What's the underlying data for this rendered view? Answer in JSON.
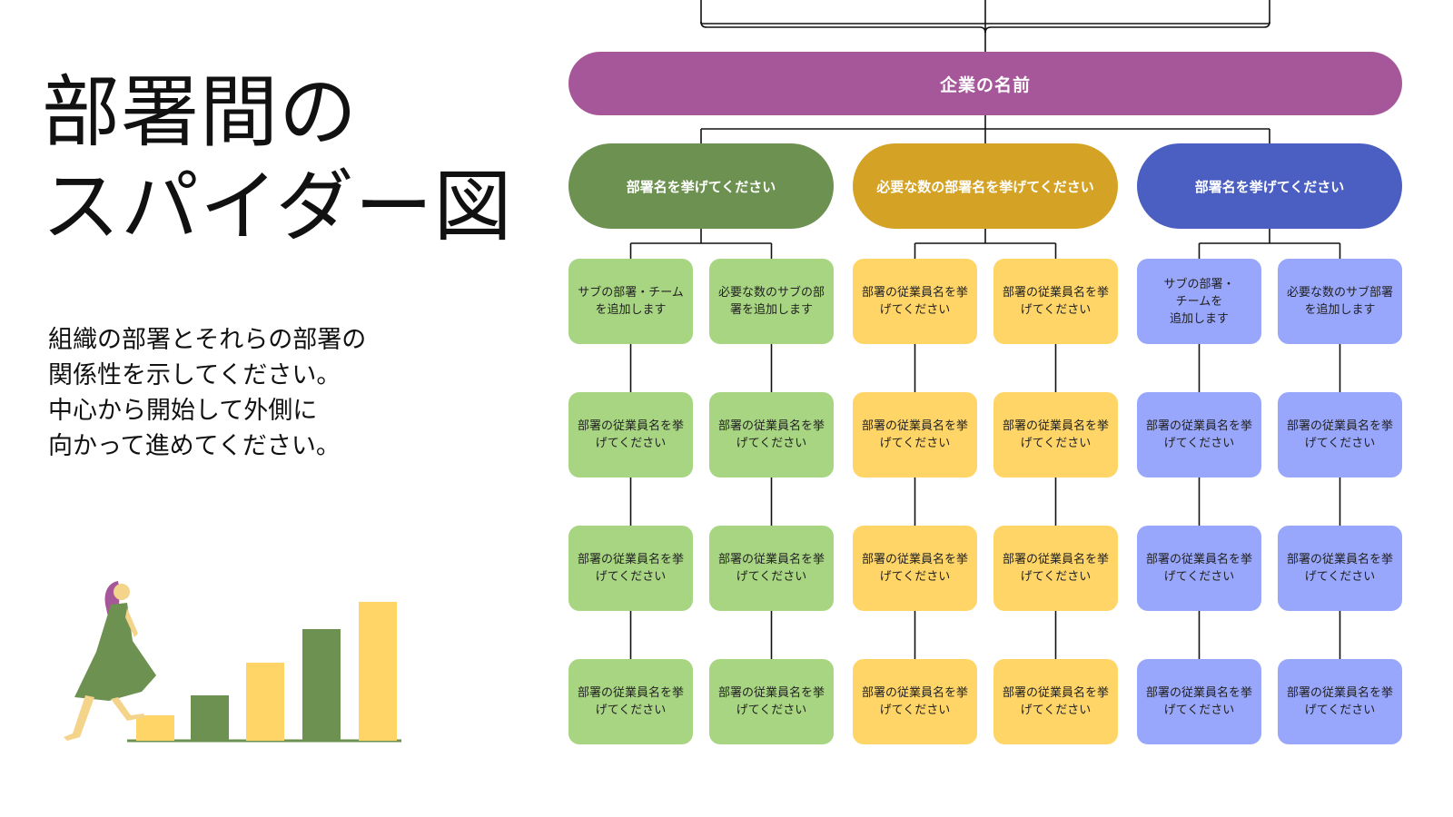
{
  "title": {
    "line1": "部署間の",
    "line2": "スパイダー図"
  },
  "description": {
    "line1": "組織の部署とそれらの部署の",
    "line2": "関係性を示してください。",
    "line3": "中心から開始して外側に",
    "line4": "向かって進めてください。"
  },
  "colors": {
    "root": "#a5579a",
    "green_dark": "#6d9150",
    "green_light": "#a8d582",
    "yellow_dark": "#d4a224",
    "yellow_light": "#ffd567",
    "blue_dark": "#4a5fc1",
    "blue_light": "#98a6fb",
    "line": "#111111"
  },
  "diagram": {
    "root": "企業の名前",
    "departments": [
      {
        "label": "部署名を挙げてください",
        "color": "#6d9150",
        "light": "#a8d582",
        "columns": [
          [
            "サブの部署・チームを追加します",
            "部署の従業員名を挙げてください",
            "部署の従業員名を挙げてください",
            "部署の従業員名を挙げてください"
          ],
          [
            "必要な数のサブの部署を追加します",
            "部署の従業員名を挙げてください",
            "部署の従業員名を挙げてください",
            "部署の従業員名を挙げてください"
          ]
        ]
      },
      {
        "label": "必要な数の部署名を挙げてください",
        "color": "#d4a224",
        "light": "#ffd567",
        "columns": [
          [
            "部署の従業員名を挙げてください",
            "部署の従業員名を挙げてください",
            "部署の従業員名を挙げてください",
            "部署の従業員名を挙げてください"
          ],
          [
            "部署の従業員名を挙げてください",
            "部署の従業員名を挙げてください",
            "部署の従業員名を挙げてください",
            "部署の従業員名を挙げてください"
          ]
        ]
      },
      {
        "label": "部署名を挙げてください",
        "color": "#4a5fc1",
        "light": "#98a6fb",
        "columns": [
          [
            "サブの部署・\nチームを\n追加します",
            "部署の従業員名を挙げてください",
            "部署の従業員名を挙げてください",
            "部署の従業員名を挙げてください"
          ],
          [
            "必要な数のサブ部署を追加します",
            "部署の従業員名を挙げてください",
            "部署の従業員名を挙げてください",
            "部署の従業員名を挙げてください"
          ]
        ]
      }
    ]
  }
}
